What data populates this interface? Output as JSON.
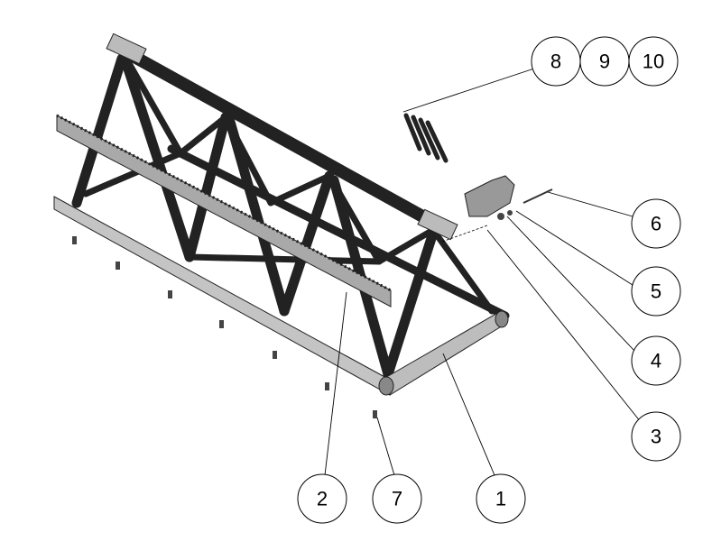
{
  "balloons": {
    "b1": "1",
    "b2": "2",
    "b3": "3",
    "b4": "4",
    "b5": "5",
    "b6": "6",
    "b7": "7",
    "b8": "8",
    "b9": "9",
    "b10": "10"
  }
}
